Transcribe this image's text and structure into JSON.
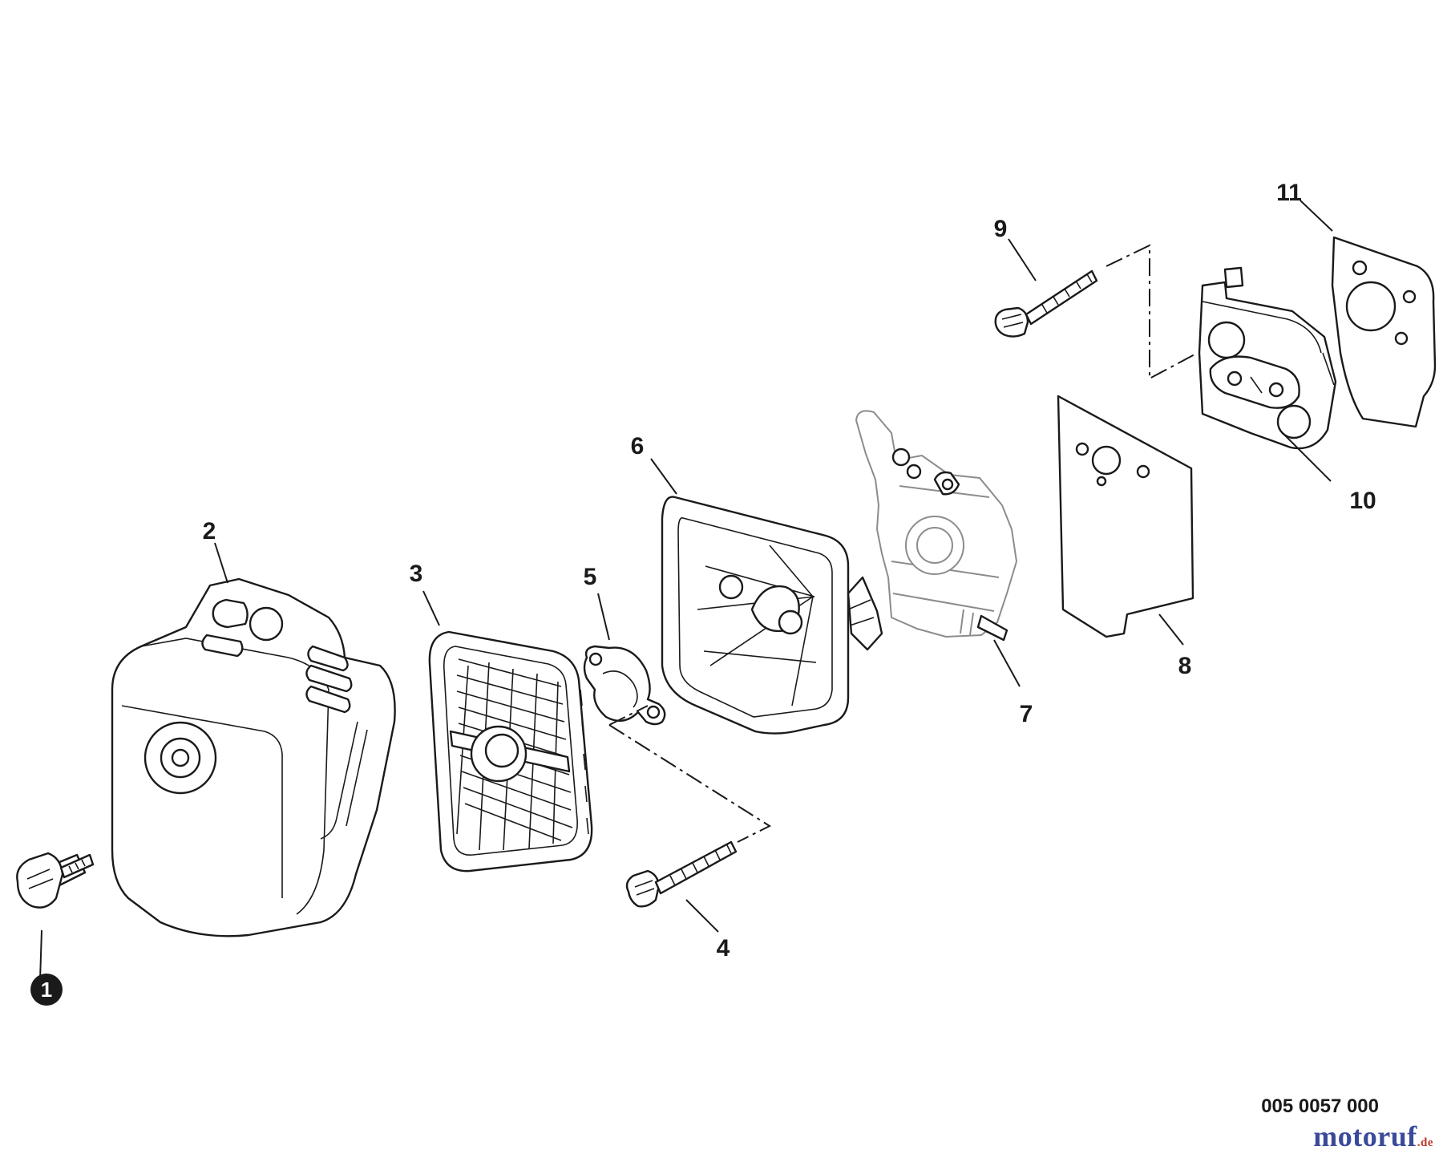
{
  "callouts": {
    "c1": "1",
    "c2": "2",
    "c3": "3",
    "c4": "4",
    "c5": "5",
    "c6": "6",
    "c7": "7",
    "c8": "8",
    "c9": "9",
    "c10": "10",
    "c11": "11"
  },
  "reference_code": "005 0057 000",
  "watermark": {
    "name": "motoruf",
    "suffix": ".de"
  },
  "colors": {
    "line": "#1a1a1a",
    "carb_outline": "#8c8c8c",
    "filter_mesh": "#9a9a9a",
    "watermark": "#3a4a9a"
  }
}
